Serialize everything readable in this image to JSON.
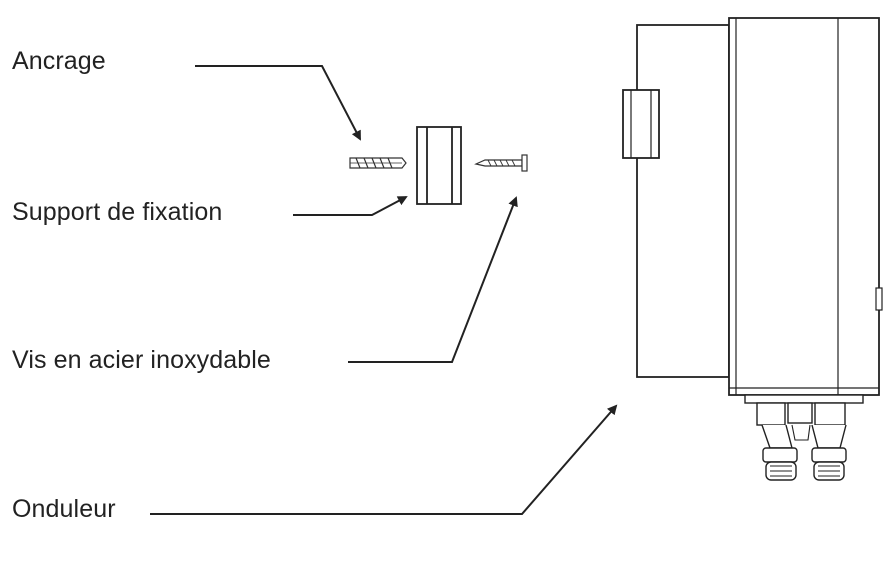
{
  "labels": {
    "anchor": "Ancrage",
    "bracket": "Support de fixation",
    "screw": "Vis en acier inoxydable",
    "inverter": "Onduleur"
  },
  "colors": {
    "line": "#222222",
    "background": "#ffffff"
  }
}
